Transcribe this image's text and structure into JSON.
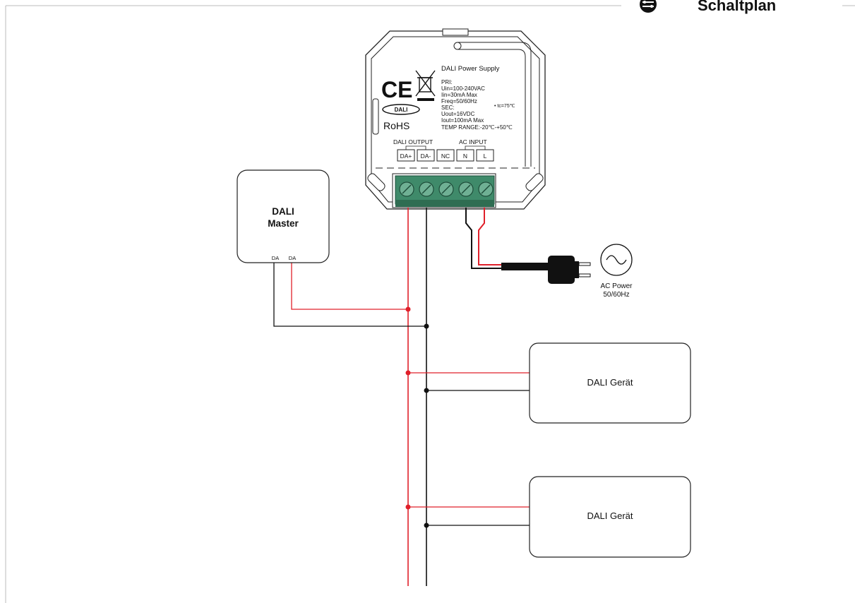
{
  "header": {
    "title": "Schaltplan"
  },
  "device": {
    "name": "DALI Power Supply",
    "ce_mark": "CE",
    "dali_logo": "DALI",
    "rohs": "RoHS",
    "tc": "• tc=75℃",
    "specs": [
      "PRI:",
      "Uin=100-240VAC",
      "Iin=30mA Max",
      "Freq=50/60Hz",
      "SEC:",
      "Uout=16VDC",
      "Iout=100mA Max",
      "TEMP RANGE:-20℃-+50℃"
    ],
    "output_group_label": "DALI OUTPUT",
    "input_group_label": "AC INPUT",
    "terminals": [
      "DA+",
      "DA-",
      "NC",
      "N",
      "L"
    ]
  },
  "master": {
    "line1": "DALI",
    "line2": "Master",
    "port1": "DA",
    "port2": "DA"
  },
  "power": {
    "line1": "AC Power",
    "line2": "50/60Hz"
  },
  "devices": [
    {
      "label": "DALI Gerät"
    },
    {
      "label": "DALI Gerät"
    }
  ],
  "colors": {
    "wire_red": "#e0202a",
    "wire_black": "#111111",
    "terminal_green": "#3f8a6a",
    "outline": "#222222",
    "frame": "#bbbbbb"
  }
}
